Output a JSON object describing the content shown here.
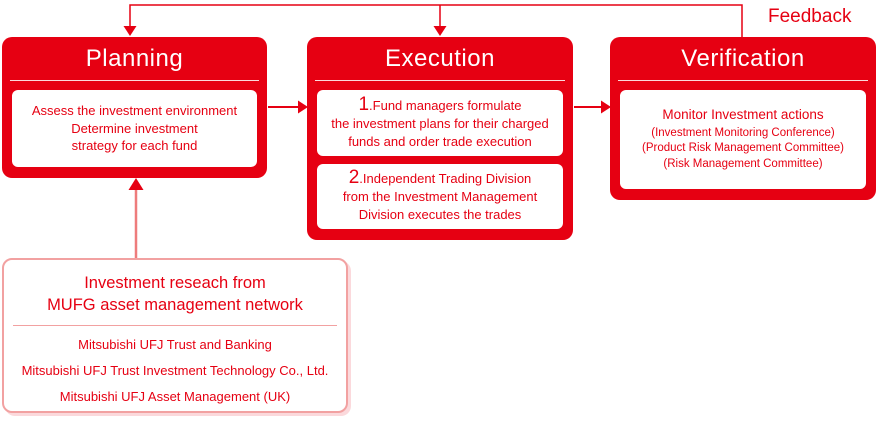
{
  "colors": {
    "accent": "#E60012",
    "soft_line": "#EE7C7C",
    "soft_border": "#F2A1A1"
  },
  "feedback_label": "Feedback",
  "stages": {
    "planning": {
      "title": "Planning",
      "body": "Assess the investment environment\nDetermine investment\nstrategy for each fund"
    },
    "execution": {
      "title": "Execution",
      "items": [
        {
          "num": "1",
          "text": ".Fund managers formulate\nthe investment plans for their charged\nfunds and order trade execution"
        },
        {
          "num": "2",
          "text": ".Independent Trading Division\nfrom the Investment Management\nDivision executes the trades"
        }
      ]
    },
    "verification": {
      "title": "Verification",
      "main": "Monitor Investment actions",
      "committees": "(Investment Monitoring Conference)\n(Product Risk Management Committee)\n(Risk Management Committee)"
    }
  },
  "research": {
    "title": "Investment reseach from\nMUFG asset management network",
    "companies": [
      "Mitsubishi UFJ Trust and Banking",
      "Mitsubishi UFJ Trust Investment Technology Co., Ltd.",
      "Mitsubishi UFJ Asset Management (UK)"
    ]
  }
}
